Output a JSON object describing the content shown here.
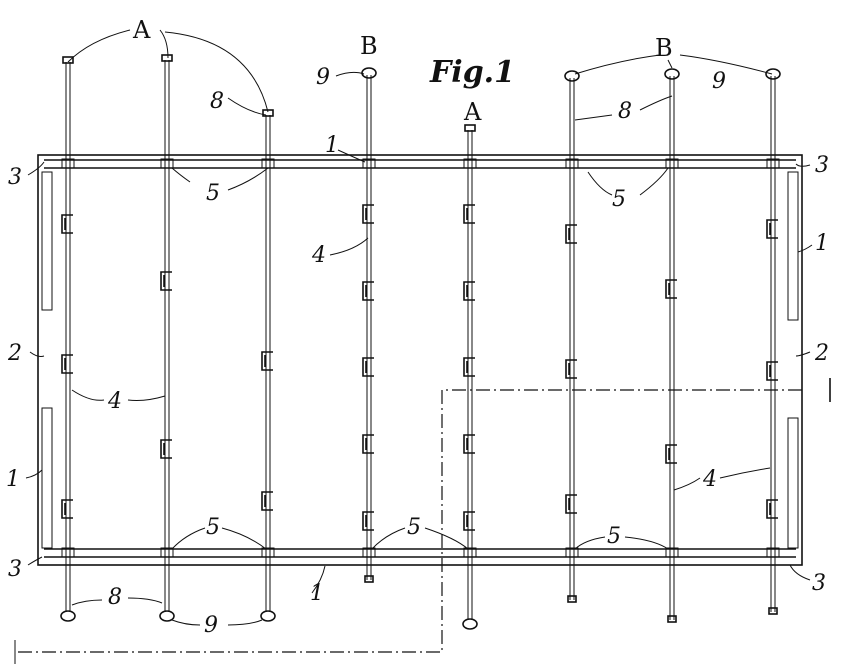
{
  "figure": {
    "title": "Fig.1",
    "labels": {
      "A_top_left": "A",
      "A_center": "A",
      "B_center": "B",
      "B_right": "B",
      "n8_top_left": "8",
      "n8_top_right": "8",
      "n9_top_center": "9",
      "n9_top_right": "9",
      "n1_top": "1",
      "n1_right": "1",
      "n1_left": "1",
      "n1_bottom": "1",
      "n2_left": "2",
      "n2_right": "2",
      "n3_top_left": "3",
      "n3_top_right": "3",
      "n3_bottom_left": "3",
      "n3_bottom_right": "3",
      "n4_upper": "4",
      "n4_left": "4",
      "n4_right": "4",
      "n5_top_left": "5",
      "n5_top_right": "5",
      "n5_bottom_left": "5",
      "n5_bottom_center": "5",
      "n5_bottom_right": "5",
      "n8_bottom": "8",
      "n9_bottom": "9"
    }
  }
}
